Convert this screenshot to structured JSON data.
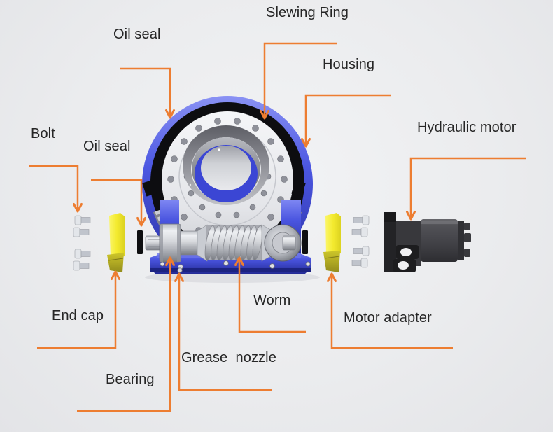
{
  "figure_type": "exploded-parts-diagram",
  "palette": {
    "accent": "#ED7D31",
    "label_text": "#262626",
    "background": "#ebecee",
    "housing_blue": "#4a55e0",
    "seal_black": "#101012",
    "cap_yellow": "#f3ea2e",
    "metal_silver": "#d6d8dc",
    "motor_dark": "#3a3a3e"
  },
  "labels": [
    {
      "id": "oil-seal-top",
      "text": "Oil seal"
    },
    {
      "id": "slewing-ring",
      "text": "Slewing Ring"
    },
    {
      "id": "housing",
      "text": "Housing"
    },
    {
      "id": "hydraulic-motor",
      "text": "Hydraulic motor"
    },
    {
      "id": "bolt",
      "text": "Bolt"
    },
    {
      "id": "oil-seal-left",
      "text": "Oil seal"
    },
    {
      "id": "end-cap",
      "text": "End cap"
    },
    {
      "id": "bearing",
      "text": "Bearing"
    },
    {
      "id": "grease-nozzle",
      "text": "Grease  nozzle"
    },
    {
      "id": "worm",
      "text": "Worm"
    },
    {
      "id": "motor-adapter",
      "text": "Motor adapter"
    }
  ]
}
